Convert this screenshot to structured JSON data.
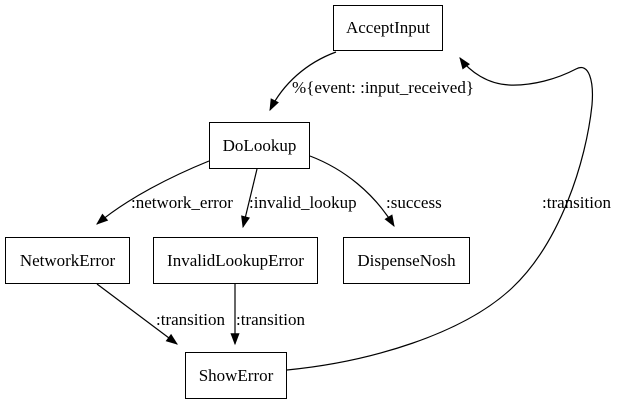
{
  "diagram": {
    "type": "state-machine-graph",
    "colors": {
      "background": "#ffffff",
      "node_fill": "#ffffff",
      "node_border": "#000000",
      "edge_stroke": "#000000",
      "text": "#000000"
    },
    "nodes": [
      {
        "id": "accept_input",
        "label": "AcceptInput"
      },
      {
        "id": "do_lookup",
        "label": "DoLookup"
      },
      {
        "id": "network_error",
        "label": "NetworkError"
      },
      {
        "id": "invalid_lookup_error",
        "label": "InvalidLookupError"
      },
      {
        "id": "dispense_nosh",
        "label": "DispenseNosh"
      },
      {
        "id": "show_error",
        "label": "ShowError"
      }
    ],
    "edges": [
      {
        "from": "AcceptInput",
        "to": "DoLookup",
        "label": "%{event: :input_received}"
      },
      {
        "from": "DoLookup",
        "to": "NetworkError",
        "label": ":network_error"
      },
      {
        "from": "DoLookup",
        "to": "InvalidLookupError",
        "label": ":invalid_lookup"
      },
      {
        "from": "DoLookup",
        "to": "DispenseNosh",
        "label": ":success"
      },
      {
        "from": "NetworkError",
        "to": "ShowError",
        "label": ":transition"
      },
      {
        "from": "InvalidLookupError",
        "to": "ShowError",
        "label": ":transition"
      },
      {
        "from": "ShowError",
        "to": "AcceptInput",
        "label": ":transition"
      }
    ]
  }
}
